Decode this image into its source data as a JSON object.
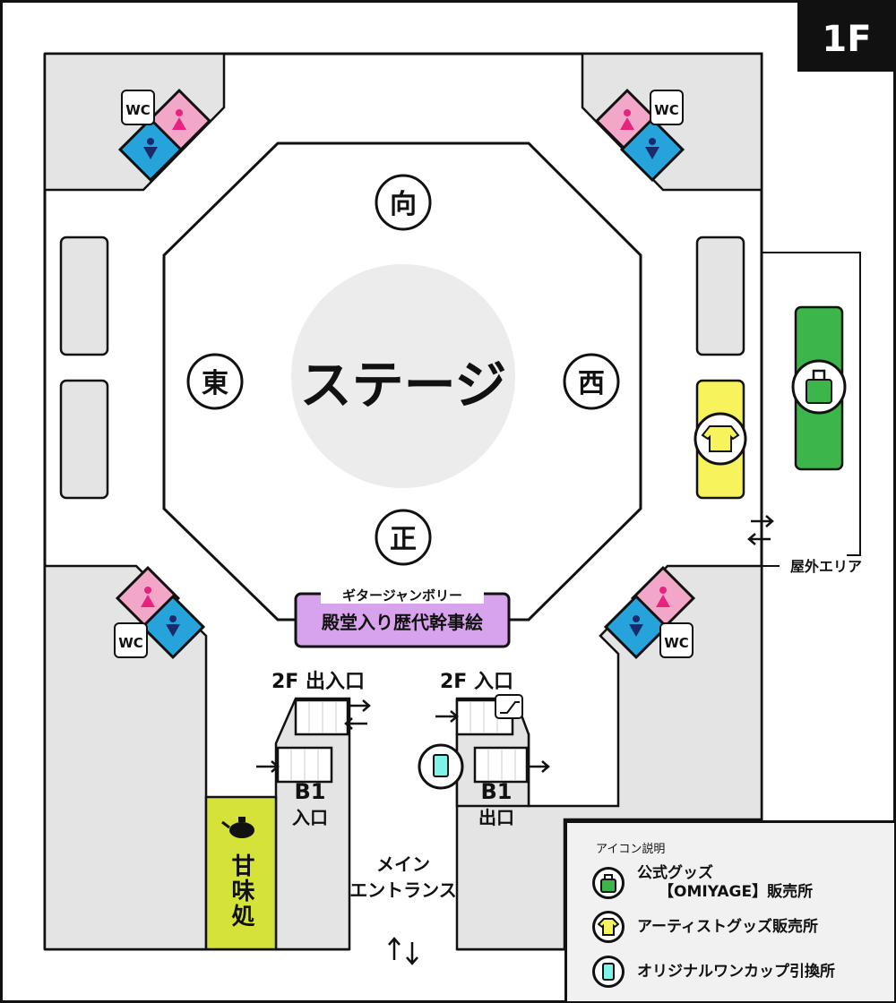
{
  "floor_label": "1F",
  "stage": {
    "title": "ステージ",
    "directions": {
      "north": "向",
      "east": "東",
      "west": "西",
      "south": "正"
    }
  },
  "exhibit": {
    "subtitle": "ギタージャンボリー",
    "title": "殿堂入り歴代幹事絵"
  },
  "restrooms": {
    "label": "WC"
  },
  "outdoor_area": "屋外エリア",
  "stairs": {
    "left_2f": "2F 出入口",
    "right_2f": "2F 入口",
    "b1_entrance": [
      "B1",
      "入口"
    ],
    "b1_exit": [
      "B1",
      "出口"
    ]
  },
  "main_entrance": [
    "メイン",
    "エントランス"
  ],
  "cafe": "甘味処",
  "legend": {
    "title": "アイコン説明",
    "items": [
      {
        "icon": "bag-icon",
        "label_lines": [
          "公式グッズ",
          "【OMIYAGE】販売所"
        ],
        "color": "#3cb54a"
      },
      {
        "icon": "tshirt-icon",
        "label_lines": [
          "アーティストグッズ販売所"
        ],
        "color": "#f5ee4f"
      },
      {
        "icon": "cup-icon",
        "label_lines": [
          "オリジナルワンカップ引換所"
        ],
        "color": "#7ff2ea"
      }
    ]
  },
  "colors": {
    "pink": "#f3a7c8",
    "blue": "#27a3dc",
    "purple": "#d7a3ec",
    "green": "#3cb54a",
    "yellow": "#f7f35c",
    "cafe": "#d5e23a",
    "gray": "#e4e4e4"
  }
}
